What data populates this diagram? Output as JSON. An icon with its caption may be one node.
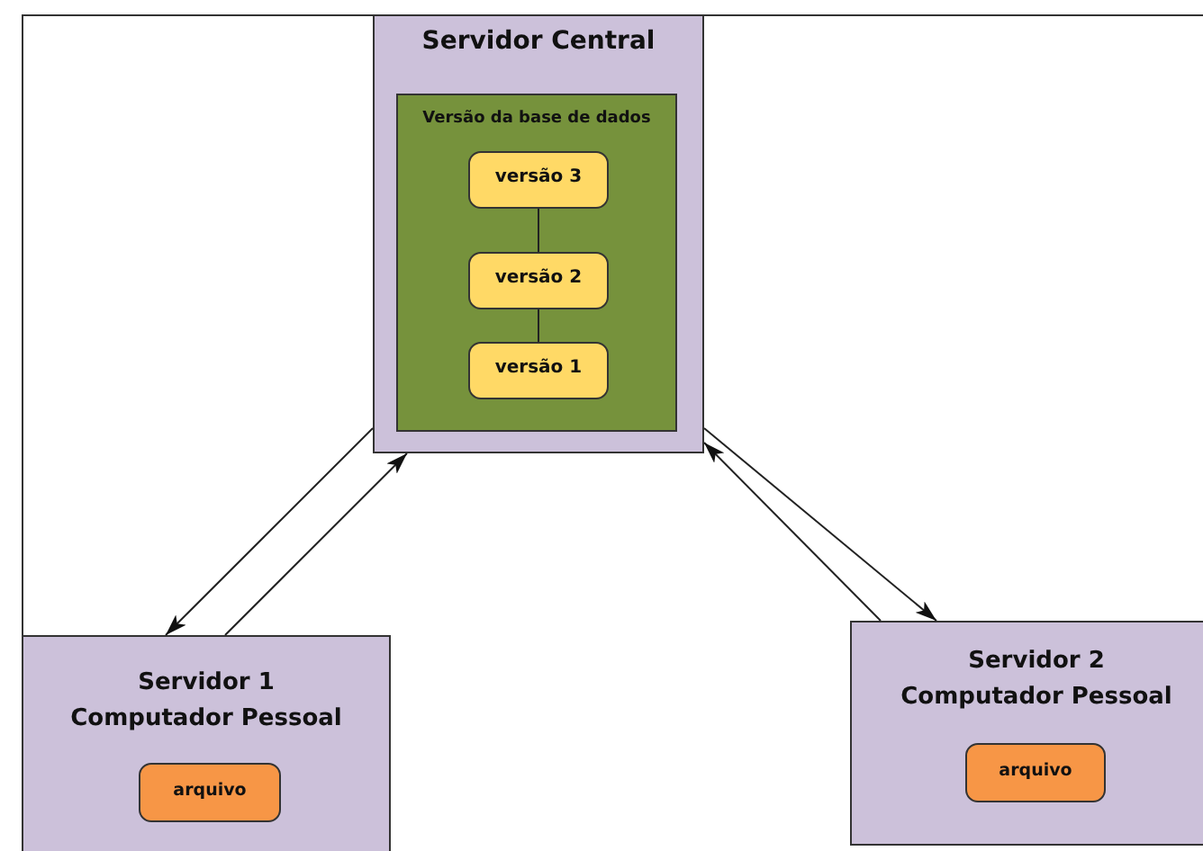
{
  "diagram": {
    "nodes": [
      {
        "text": [
          "Servidor Central"
        ]
      },
      {
        "text": [
          "Versão da base de dados"
        ],
        "in": 0
      },
      {
        "text": [
          "versão 3"
        ],
        "in": 1
      },
      {
        "text": [
          "versão 2"
        ],
        "in": 1
      },
      {
        "text": [
          "versão 1"
        ],
        "in": 1
      },
      {
        "text": [
          "Servidor 1",
          "Computador Pessoal"
        ]
      },
      {
        "text": [
          "arquivo"
        ],
        "in": 5
      },
      {
        "text": [
          "Servidor 2",
          "Computador Pessoal"
        ]
      },
      {
        "text": [
          "arquivo"
        ],
        "in": 7
      }
    ],
    "edges": [
      {
        "from": 2,
        "to": 3,
        "arrow": "none"
      },
      {
        "from": 3,
        "to": 4,
        "arrow": "none"
      },
      {
        "from": 0,
        "to": 5,
        "arrow": "to"
      },
      {
        "from": 5,
        "to": 0,
        "arrow": "to"
      },
      {
        "from": 0,
        "to": 7,
        "arrow": "to"
      },
      {
        "from": 7,
        "to": 0,
        "arrow": "to"
      }
    ]
  }
}
